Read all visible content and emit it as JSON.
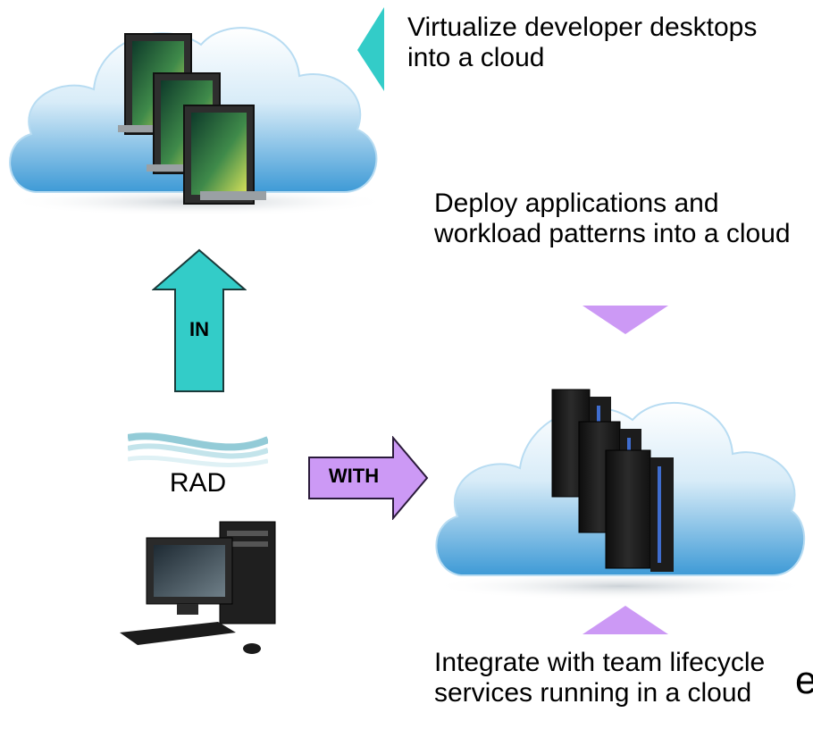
{
  "captions": {
    "virtualize": "Virtualize developer desktops into a cloud",
    "deploy": "Deploy applications and workload patterns into a cloud",
    "integrate": "Integrate with team lifecycle services running in a cloud"
  },
  "arrows": {
    "in_label": "IN",
    "with_label": "WITH"
  },
  "rad_label": "RAD",
  "partial_glyph": "e",
  "colors": {
    "teal": "#33CCC8",
    "lavender": "#CC99F5",
    "cloud_top": "#ffffff",
    "cloud_bottom": "#3E9AD6"
  },
  "icons": [
    "cloud-desktops-icon",
    "cloud-servers-icon",
    "desktop-computer-icon"
  ]
}
